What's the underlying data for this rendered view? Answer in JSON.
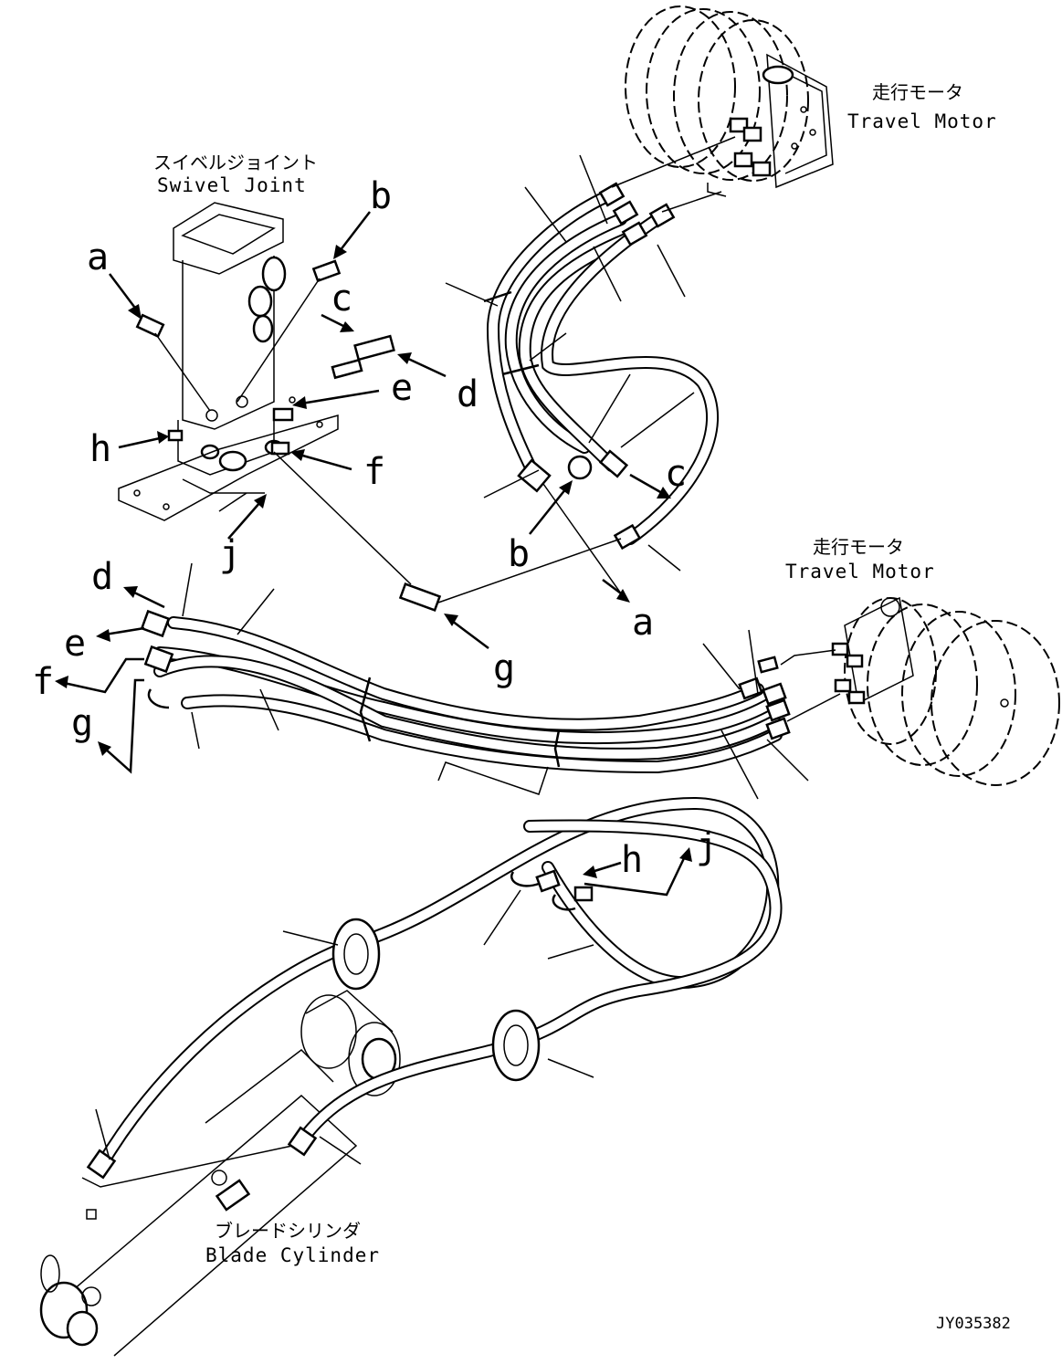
{
  "captions": {
    "swivel_joint_jp": "スイベルジョイント",
    "swivel_joint_en": "Swivel Joint",
    "travel_motor_upper_jp": "走行モータ",
    "travel_motor_upper_en": "Travel Motor",
    "travel_motor_lower_jp": "走行モータ",
    "travel_motor_lower_en": "Travel Motor",
    "blade_cylinder_jp": "ブレードシリンダ",
    "blade_cylinder_en": "Blade Cylinder"
  },
  "drawing_code": "JY035382",
  "letters": {
    "a1": "a",
    "b1": "b",
    "c1": "c",
    "d1": "d",
    "e1": "e",
    "f1": "f",
    "h1": "h",
    "j1": "j",
    "c2": "c",
    "b2": "b",
    "a2": "a",
    "g1": "g",
    "d2": "d",
    "e2": "e",
    "f2": "f",
    "g2": "g",
    "h2": "h",
    "j2": "j"
  }
}
